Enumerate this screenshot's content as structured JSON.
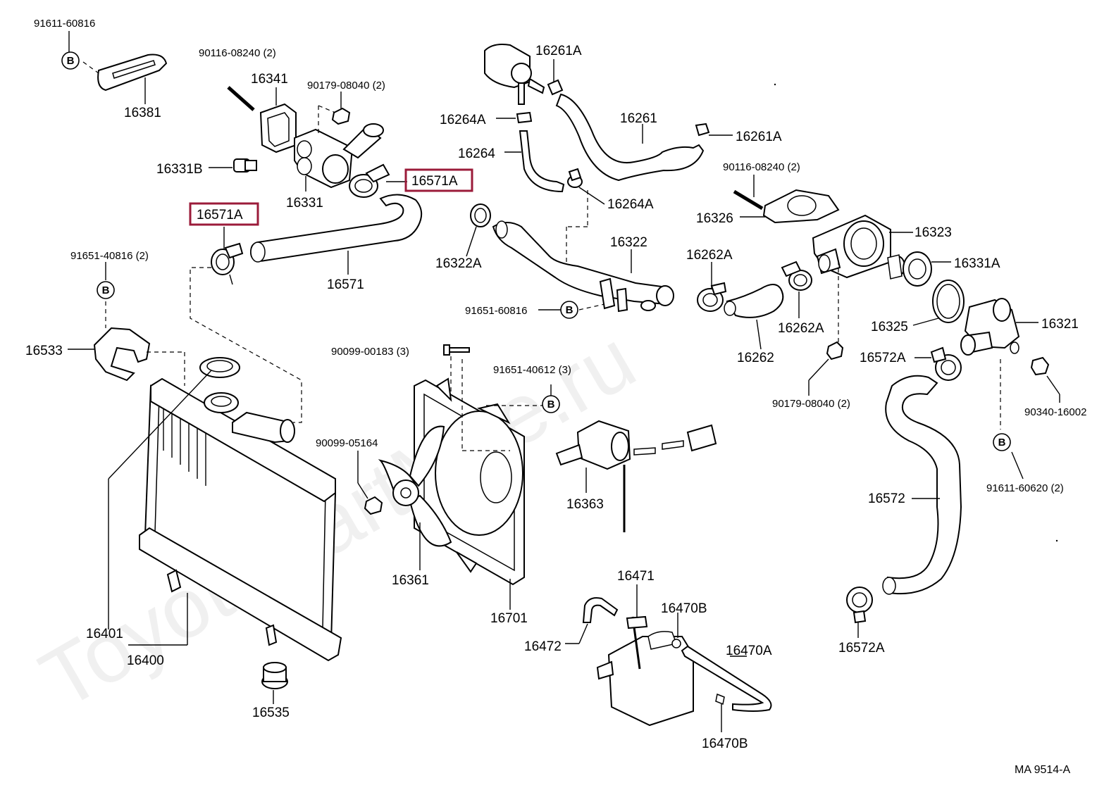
{
  "diagram": {
    "watermark": "ToyotaPartMire.ru",
    "figure_code": "MA  9514-A",
    "b_mark": "B",
    "highlight_color": "#9b1b3a",
    "highlighted_labels": [
      "16571A",
      "16571A"
    ],
    "labels": {
      "l_91611_60816": "91611-60816",
      "l_16381": "16381",
      "l_90116_08240_a": "90116-08240 (2)",
      "l_16341": "16341",
      "l_90179_08040_a": "90179-08040 (2)",
      "l_16331B": "16331B",
      "l_16331": "16331",
      "l_16571": "16571",
      "l_91651_40816": "91651-40816 (2)",
      "l_16533": "16533",
      "l_16401": "16401",
      "l_16400": "16400",
      "l_16535": "16535",
      "l_16261A_top": "16261A",
      "l_16261": "16261",
      "l_16261A_right": "16261A",
      "l_16264A_top": "16264A",
      "l_16264": "16264",
      "l_16264A_right": "16264A",
      "l_16322A": "16322A",
      "l_16322": "16322",
      "l_91651_60816": "91651-60816",
      "l_90099_00183": "90099-00183 (3)",
      "l_91651_40612": "91651-40612 (3)",
      "l_90099_05164": "90099-05164",
      "l_16361": "16361",
      "l_16701": "16701",
      "l_16363": "16363",
      "l_16471": "16471",
      "l_16470B_top": "16470B",
      "l_16472": "16472",
      "l_16470A": "16470A",
      "l_16470B_bottom": "16470B",
      "l_90116_08240_b": "90116-08240 (2)",
      "l_16326": "16326",
      "l_16323": "16323",
      "l_16262A_top": "16262A",
      "l_16331A": "16331A",
      "l_16262A_bottom": "16262A",
      "l_16262": "16262",
      "l_16325": "16325",
      "l_16321": "16321",
      "l_90179_08040_b": "90179-08040 (2)",
      "l_16572A_top": "16572A",
      "l_90340_16002": "90340-16002",
      "l_91611_60620": "91611-60620 (2)",
      "l_16572": "16572",
      "l_16572A_bottom": "16572A"
    }
  }
}
